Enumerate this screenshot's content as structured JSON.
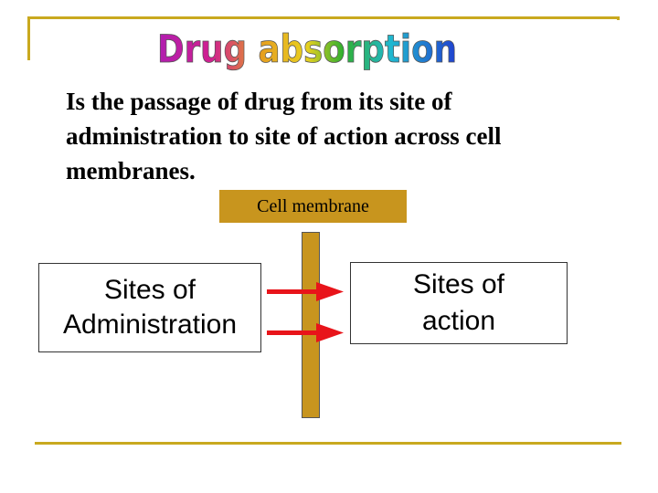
{
  "slide": {
    "title": "Drug absorption",
    "definition": "Is the passage of drug from its site of administration to site of action across cell membranes.",
    "membrane_label": "Cell membrane",
    "left_box_line1": "Sites of",
    "left_box_line2": "Administration",
    "right_box_line1": "Sites of",
    "right_box_line2": "action"
  },
  "colors": {
    "frame": "#c9a91f",
    "membrane": "#c8951e",
    "arrow": "#e8141a"
  },
  "icons": [
    "arrow-right-icon"
  ]
}
